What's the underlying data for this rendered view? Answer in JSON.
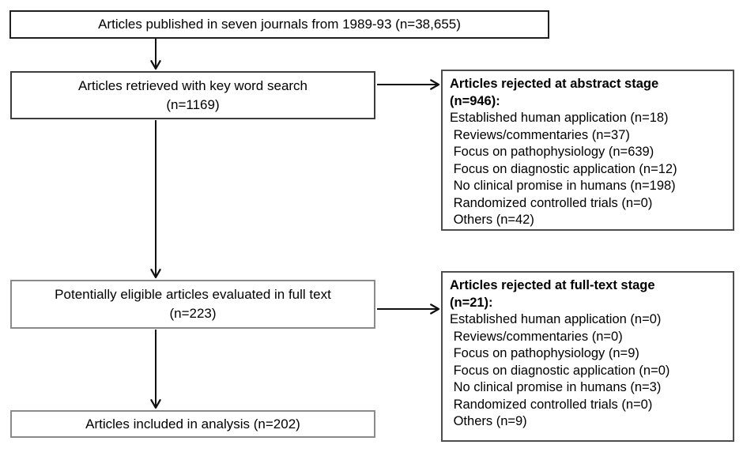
{
  "colors": {
    "background": "#ffffff",
    "text": "#000000",
    "box_border_dark": "#1f1f1f",
    "box_border_mid": "#3d3d3d",
    "box_border_gray": "#8a8a8a",
    "side_box_border": "#4d4d4d",
    "arrow": "#111111"
  },
  "flow": {
    "published": {
      "text": "Articles published in seven journals from 1989-93 (n=38,655)"
    },
    "retrieved": {
      "lines": [
        "Articles retrieved with key word search",
        "(n=1169)"
      ]
    },
    "eligible": {
      "lines": [
        "Potentially eligible articles evaluated in full text",
        "(n=223)"
      ]
    },
    "included": {
      "text": "Articles included in analysis (n=202)"
    },
    "rejected_abstract": {
      "heading": [
        "Articles rejected at abstract stage",
        "(n=946):"
      ],
      "items": [
        "Established human application (n=18)",
        " Reviews/commentaries (n=37)",
        " Focus on pathophysiology (n=639)",
        " Focus on diagnostic application (n=12)",
        " No clinical promise in humans (n=198)",
        " Randomized controlled trials (n=0)",
        " Others (n=42)"
      ]
    },
    "rejected_fulltext": {
      "heading": [
        "Articles rejected at full-text stage",
        "(n=21):"
      ],
      "items": [
        "Established human application (n=0)",
        " Reviews/commentaries (n=0)",
        " Focus on pathophysiology (n=9)",
        " Focus on diagnostic application (n=0)",
        " No clinical promise in humans (n=3)",
        " Randomized controlled trials (n=0)",
        " Others (n=9)"
      ]
    }
  }
}
